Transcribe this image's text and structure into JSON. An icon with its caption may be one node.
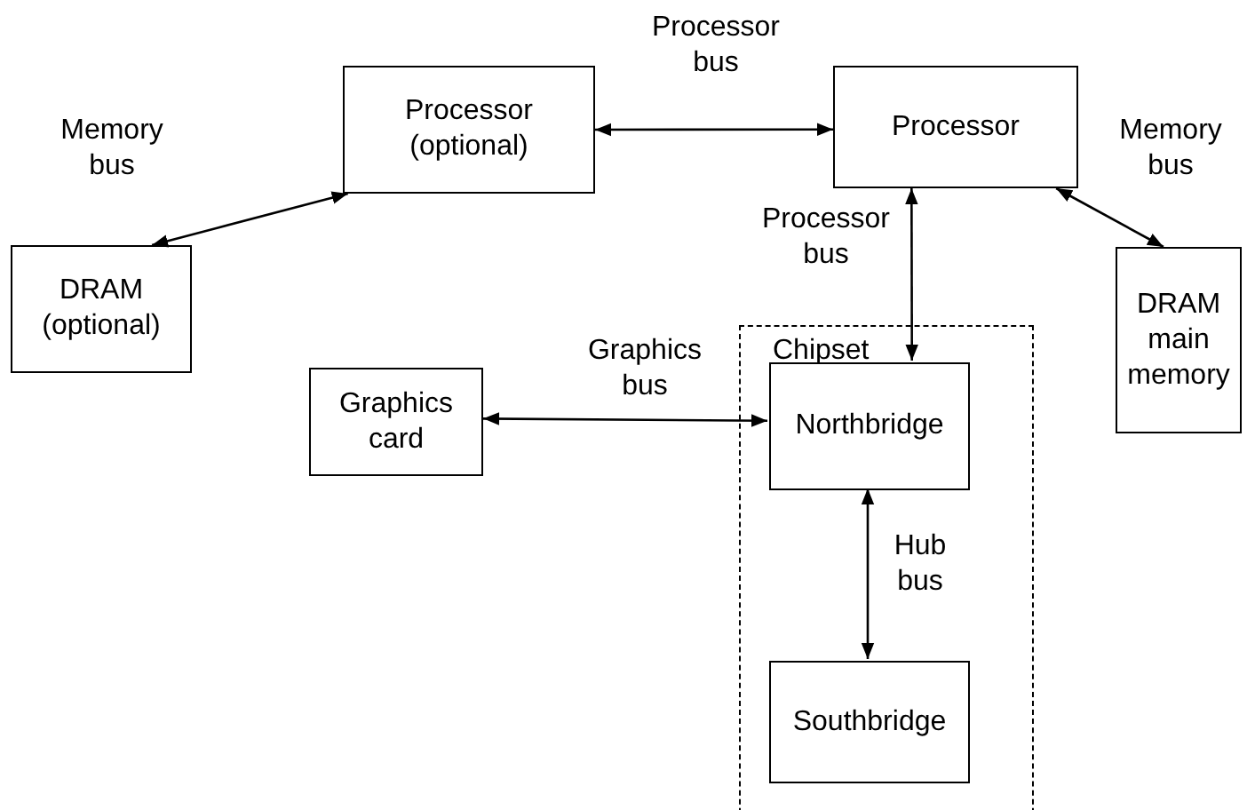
{
  "diagram": {
    "nodes": [
      {
        "text": [
          "Processor (optional)"
        ]
      },
      {
        "text": [
          "Processor"
        ]
      },
      {
        "text": [
          "DRAM (optional)"
        ]
      },
      {
        "text": [
          "DRAM main memory"
        ]
      },
      {
        "text": [
          "Chipset"
        ]
      },
      {
        "text": [
          "Graphics card"
        ]
      },
      {
        "text": [
          "Northbridge"
        ],
        "in": 4
      },
      {
        "text": [
          "Southbridge"
        ],
        "in": 4
      }
    ],
    "edges": [
      {
        "from": 0,
        "to": 1,
        "arrow": "both",
        "label": "Processor bus"
      },
      {
        "from": 0,
        "to": 2,
        "arrow": "both",
        "label": "Memory bus"
      },
      {
        "from": 1,
        "to": 3,
        "arrow": "both",
        "label": "Memory bus"
      },
      {
        "from": 1,
        "to": 6,
        "arrow": "both",
        "label": "Processor bus"
      },
      {
        "from": 5,
        "to": 6,
        "arrow": "both",
        "label": "Graphics bus"
      },
      {
        "from": 6,
        "to": 7,
        "arrow": "both",
        "label": "Hub bus"
      }
    ]
  }
}
